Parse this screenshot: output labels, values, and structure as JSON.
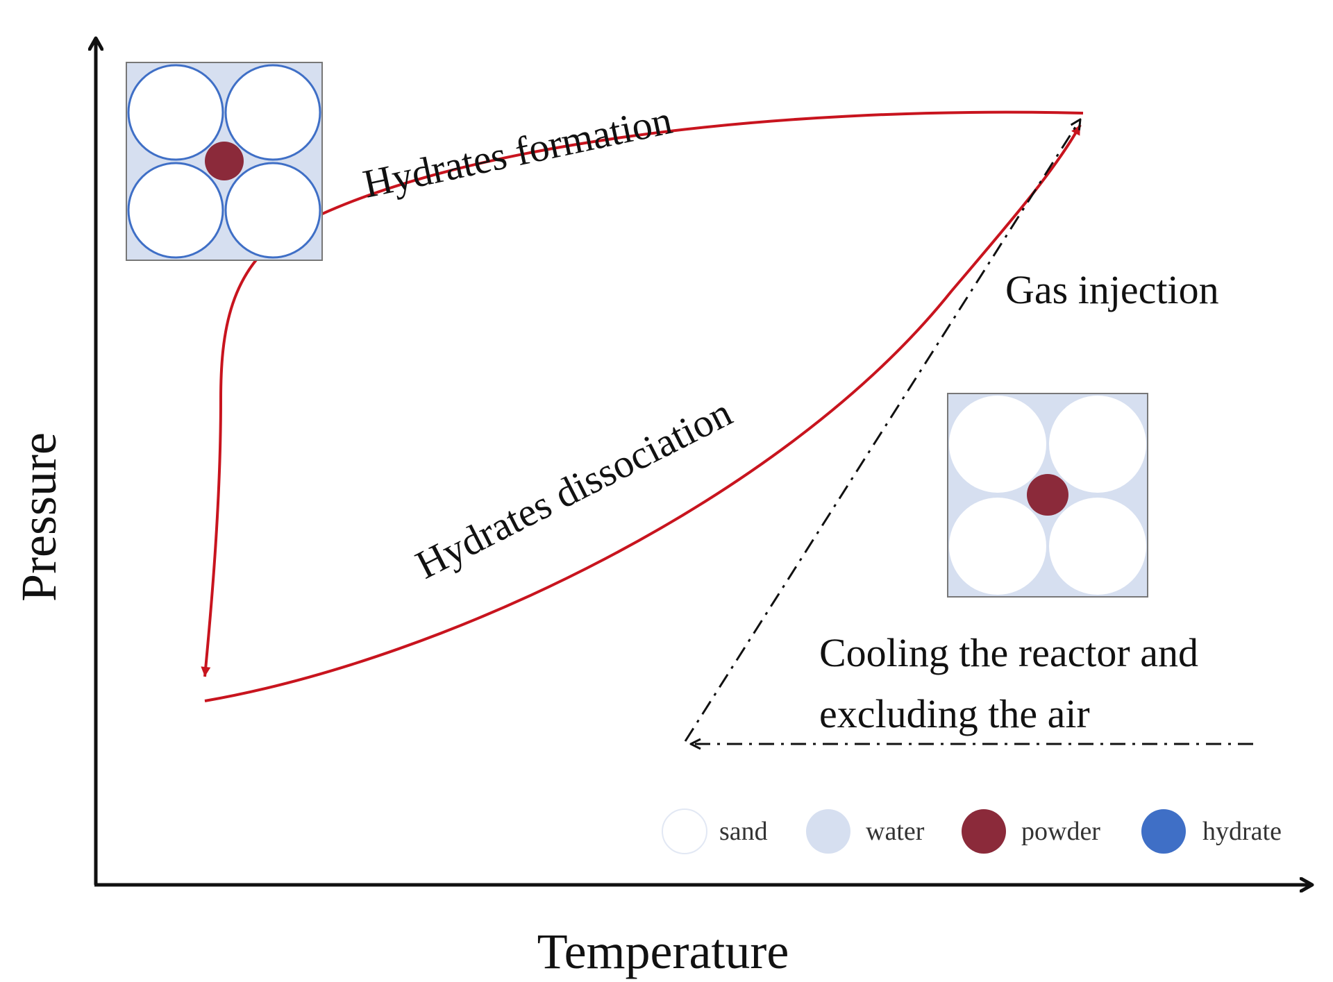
{
  "axes": {
    "x_label": "Temperature",
    "y_label": "Pressure"
  },
  "curves": {
    "formation_label": "Hydrates formation",
    "dissociation_label": "Hydrates dissociation"
  },
  "annotations": {
    "gas_injection": "Gas injection",
    "cooling_line1": "Cooling the reactor and",
    "cooling_line2": "excluding the air"
  },
  "legend": [
    {
      "label": "sand",
      "color": "#ffffff"
    },
    {
      "label": "water",
      "color": "#d6dff0"
    },
    {
      "label": "powder",
      "color": "#8b2a3a"
    },
    {
      "label": "hydrate",
      "color": "#3f6fc6"
    }
  ],
  "colors": {
    "curve": "#c8141e",
    "dashed_path": "#111111",
    "cell_background": "#d6dff0",
    "hydrate_ring": "#3f6fc6",
    "powder": "#8b2a3a"
  }
}
